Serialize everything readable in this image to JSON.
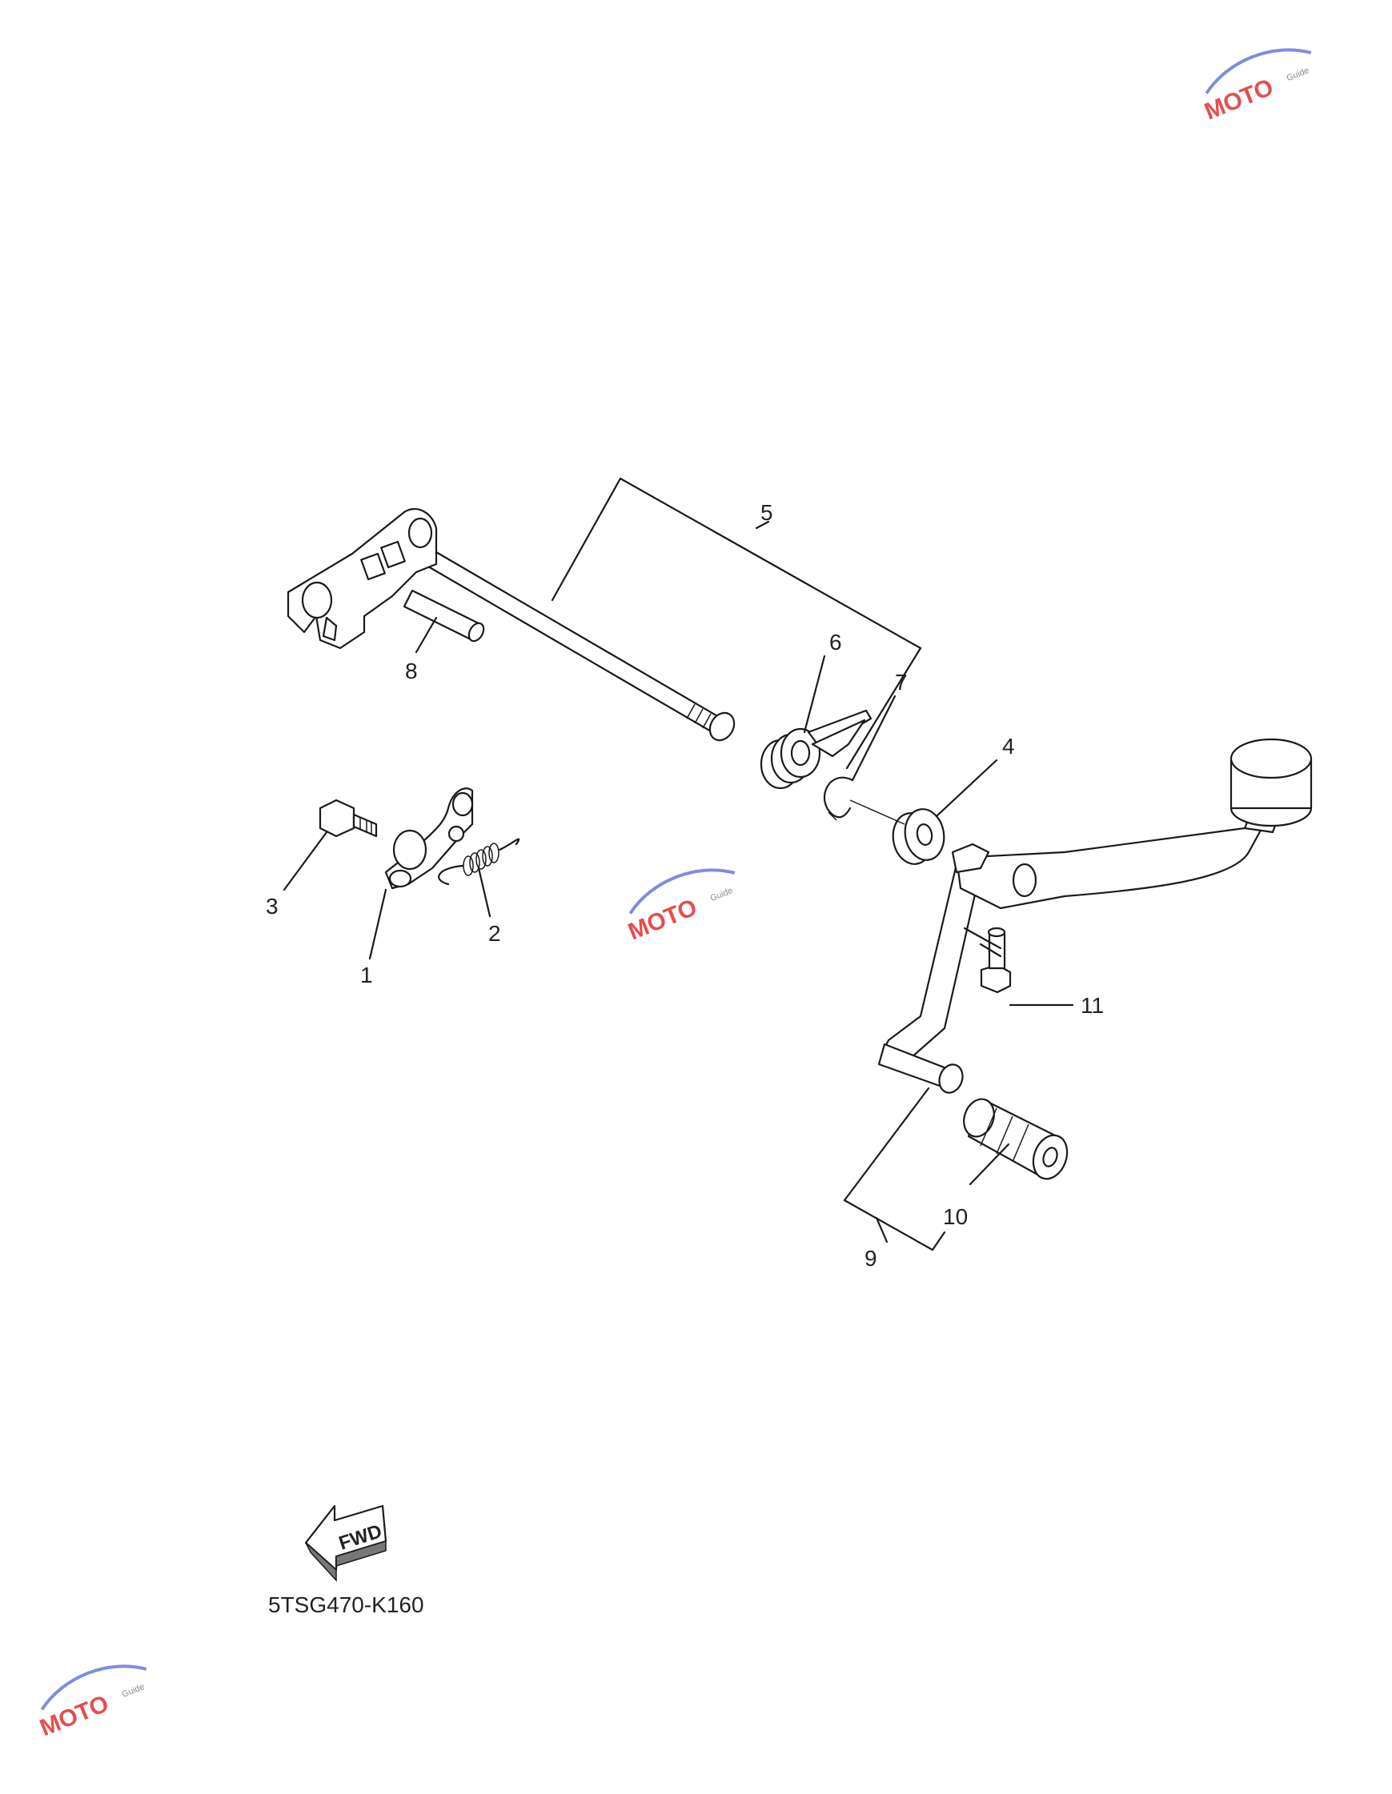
{
  "callouts": [
    "1",
    "2",
    "3",
    "4",
    "5",
    "6",
    "7",
    "8",
    "9",
    "10",
    "11"
  ],
  "fwd_label": "FWD",
  "diagram_code": "5TSG470-K160",
  "watermark": {
    "text": "MOTO",
    "small": "Guide",
    "colors": {
      "red": "#e03030",
      "blue": "#6a78d8",
      "gray": "#777777"
    }
  }
}
